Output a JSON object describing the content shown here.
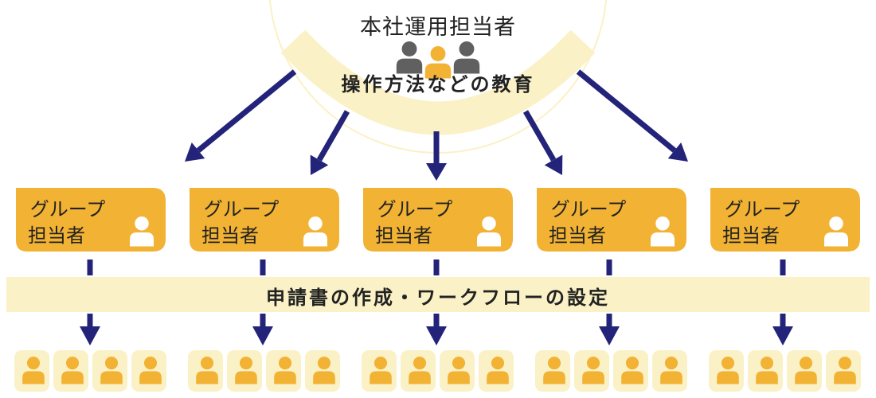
{
  "hq": {
    "title": "本社運用担当者",
    "training_label": "操作方法などの教育"
  },
  "groups": [
    {
      "title": "グループ",
      "subtitle": "担当者"
    },
    {
      "title": "グループ",
      "subtitle": "担当者"
    },
    {
      "title": "グループ",
      "subtitle": "担当者"
    },
    {
      "title": "グループ",
      "subtitle": "担当者"
    },
    {
      "title": "グループ",
      "subtitle": "担当者"
    }
  ],
  "workflow_band": {
    "label": "申請書の作成・ワークフローの設定"
  },
  "colors": {
    "orange": "#F2B233",
    "cream": "#FBF1C6",
    "navy": "#23237A",
    "gray_person": "#606060",
    "white": "#FFFFFF"
  },
  "icons": {
    "hq_people": "people-group-icon",
    "group_person": "person-icon",
    "member_person": "person-icon"
  }
}
